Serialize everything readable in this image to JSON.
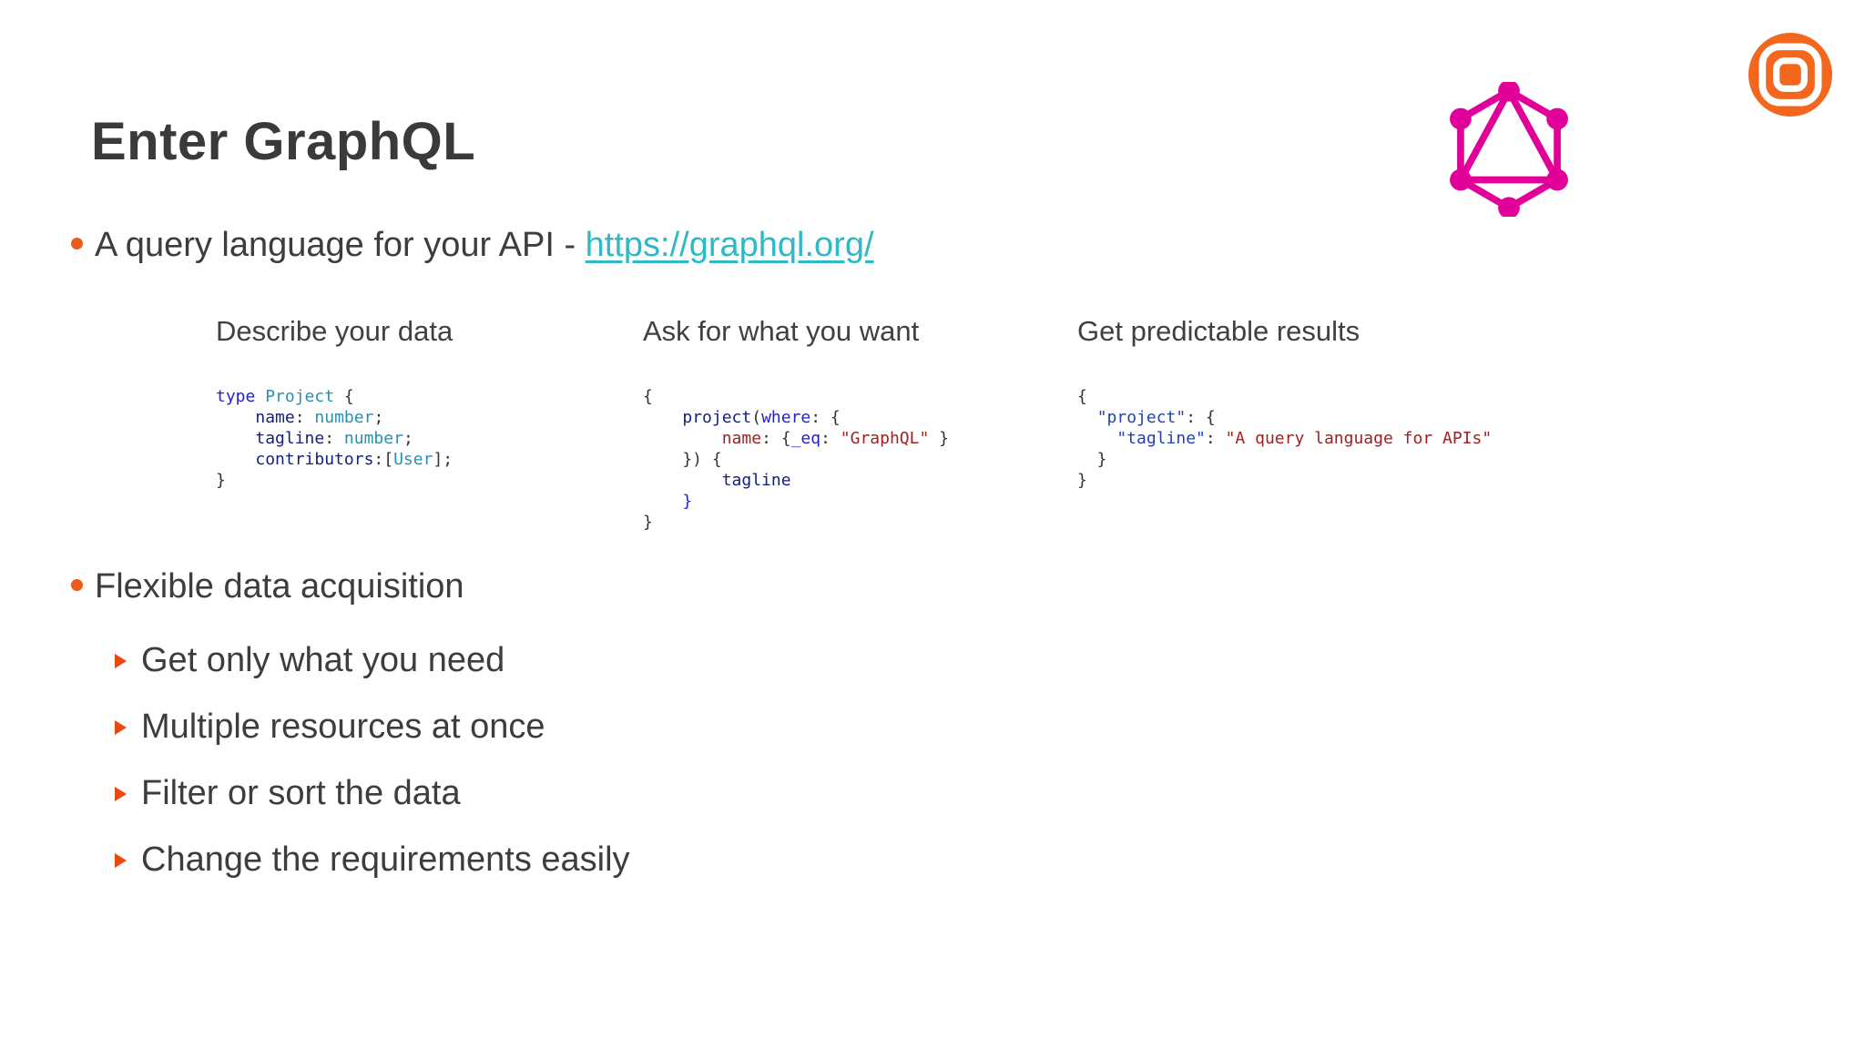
{
  "slide": {
    "title": "Enter GraphQL",
    "bullet1": {
      "text": "A query language for your API - ",
      "link_text": "https://graphql.org/",
      "link_href": "https://graphql.org/"
    },
    "columns": [
      {
        "header": "Describe your data",
        "code": [
          [
            [
              "kw",
              "type"
            ],
            [
              "pl",
              " "
            ],
            [
              "ty",
              "Project"
            ],
            [
              "pl",
              " {"
            ]
          ],
          [
            [
              "pl",
              "    "
            ],
            [
              "id",
              "name"
            ],
            [
              "pl",
              ": "
            ],
            [
              "ty",
              "number"
            ],
            [
              "pl",
              ";"
            ]
          ],
          [
            [
              "pl",
              "    "
            ],
            [
              "id",
              "tagline"
            ],
            [
              "pl",
              ": "
            ],
            [
              "ty",
              "number"
            ],
            [
              "pl",
              ";"
            ]
          ],
          [
            [
              "pl",
              "    "
            ],
            [
              "id",
              "contributors"
            ],
            [
              "pl",
              ":["
            ],
            [
              "ty",
              "User"
            ],
            [
              "pl",
              "];"
            ]
          ],
          [
            [
              "pl",
              "}"
            ]
          ]
        ]
      },
      {
        "header": "Ask for what you want",
        "code": [
          [
            [
              "pl",
              "{"
            ]
          ],
          [
            [
              "pl",
              "    "
            ],
            [
              "id",
              "project"
            ],
            [
              "pl",
              "("
            ],
            [
              "kw",
              "where"
            ],
            [
              "pl",
              ": {"
            ]
          ],
          [
            [
              "pl",
              "        "
            ],
            [
              "str",
              "name"
            ],
            [
              "pl",
              ": {"
            ],
            [
              "kw",
              "_eq"
            ],
            [
              "pl",
              ": "
            ],
            [
              "str",
              "\"GraphQL\""
            ],
            [
              "pl",
              " }"
            ]
          ],
          [
            [
              "pl",
              "    }) {"
            ]
          ],
          [
            [
              "pl",
              "        "
            ],
            [
              "id",
              "tagline"
            ]
          ],
          [
            [
              "pl",
              "    "
            ],
            [
              "kw",
              "}"
            ]
          ],
          [
            [
              "pl",
              "}"
            ]
          ]
        ]
      },
      {
        "header": "Get predictable results",
        "code": [
          [
            [
              "pl",
              "{"
            ]
          ],
          [
            [
              "pl",
              "  "
            ],
            [
              "key",
              "\"project\""
            ],
            [
              "pl",
              ": {"
            ]
          ],
          [
            [
              "pl",
              "    "
            ],
            [
              "key",
              "\"tagline\""
            ],
            [
              "pl",
              ": "
            ],
            [
              "str",
              "\"A query language for APIs\""
            ]
          ],
          [
            [
              "pl",
              "  }"
            ]
          ],
          [
            [
              "pl",
              "}"
            ]
          ]
        ]
      }
    ],
    "bullet2": {
      "text": "Flexible data acquisition",
      "sub_items": [
        "Get only what you need",
        "Multiple resources at once",
        "Filter or sort the data",
        "Change the requirements easily"
      ]
    },
    "icons": {
      "graphql_logo": "graphql-logo",
      "brand_logo": "orange-target-logo"
    },
    "colors": {
      "accent_orange": "#E85C1E",
      "sub_bullet_orange": "#E8490F",
      "link_teal": "#2FB9C6",
      "graphql_pink": "#E10098",
      "brand_orange": "#F2671D",
      "text_dark": "#3C3C3C",
      "code_keyword": "#2222CC",
      "code_type": "#2B8FB0",
      "code_identifier": "#121F7C",
      "code_key": "#2242B4",
      "code_string": "#A32020",
      "code_plain": "#333333"
    }
  }
}
